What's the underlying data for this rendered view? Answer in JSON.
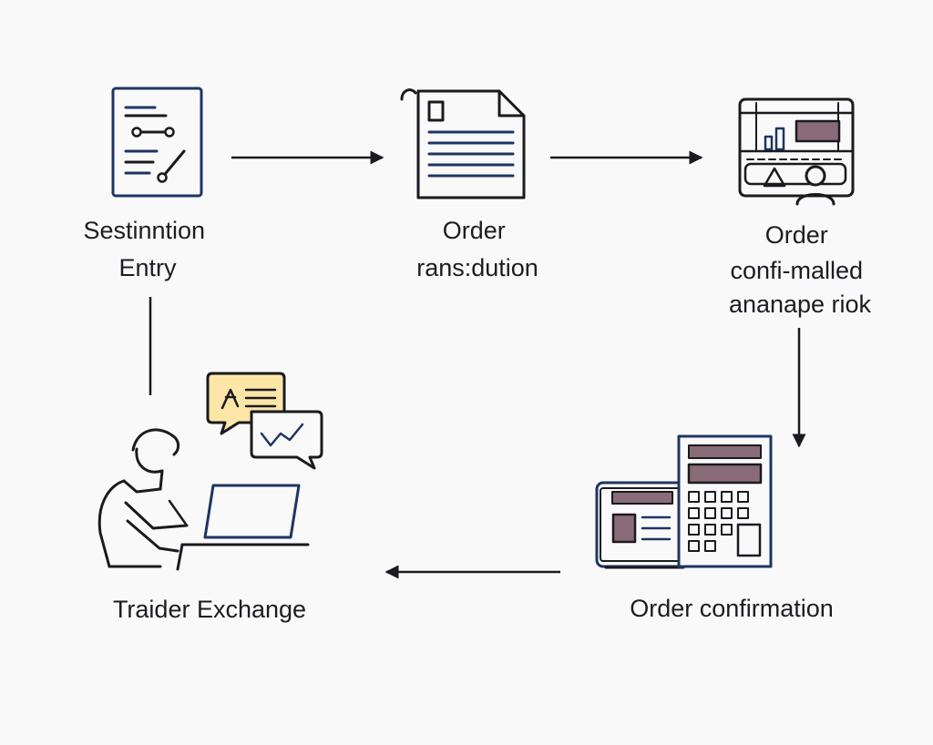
{
  "nodes": {
    "entry": {
      "label_lines": [
        "Sestinntion",
        "Entry"
      ]
    },
    "order_translation": {
      "label_lines": [
        "Order",
        "rans:dution"
      ]
    },
    "risk": {
      "label_lines": [
        "Order",
        "confi-malled",
        "ananape riok"
      ]
    },
    "confirmation": {
      "label_lines": [
        "Order confirmation"
      ]
    },
    "exchange": {
      "label_lines": [
        "Traider Exchange"
      ]
    }
  },
  "icons": {
    "entry": "form-document-icon",
    "order_translation": "document-icon",
    "risk": "analytics-dashboard-icon",
    "confirmation": "calculator-icon",
    "exchange": "trader-laptop-icon"
  },
  "colors": {
    "stroke": "#1a1a1f",
    "navy": "#1e3563",
    "mauve": "#8a6b78",
    "cream": "#fbe6a8",
    "background": "#f9f9fa"
  }
}
